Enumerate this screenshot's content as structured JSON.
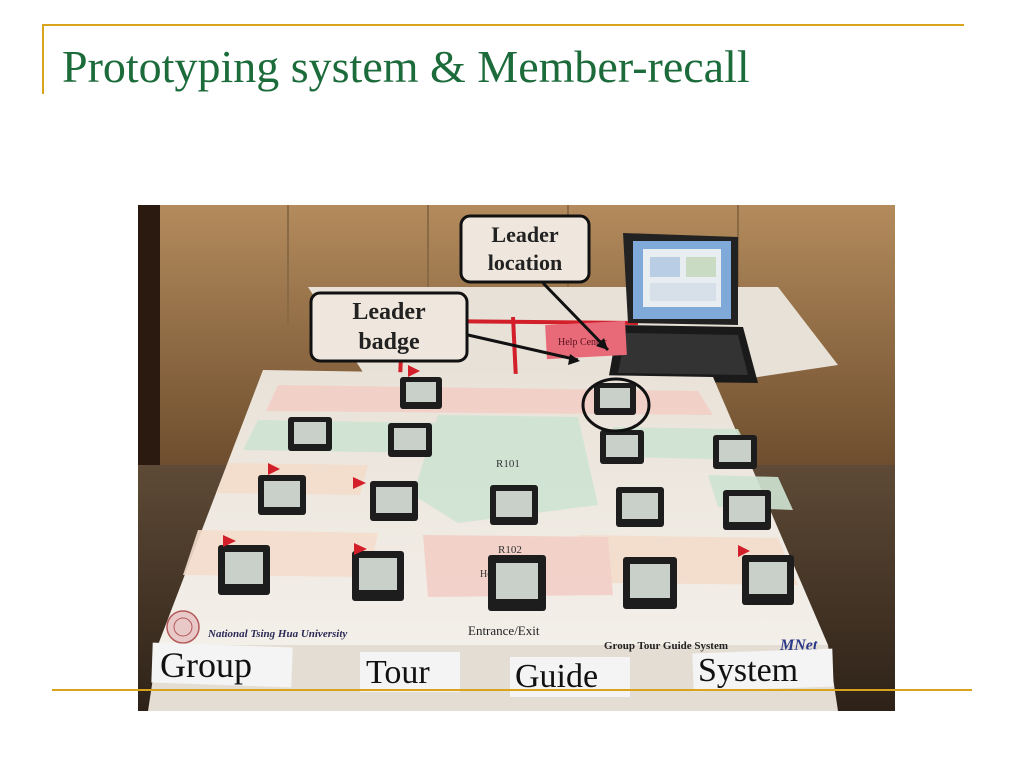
{
  "slide": {
    "title": "Prototyping system & Member-recall"
  },
  "photo": {
    "callouts": {
      "leader_location": [
        "Leader",
        "location"
      ],
      "leader_badge": [
        "Leader",
        "badge"
      ]
    },
    "map_labels": {
      "help_center_sign": "Help Center",
      "room_r101": "R101",
      "room_r102": "R102",
      "room_r102_sub": "Help Center",
      "entrance": "Entrance/Exit",
      "university": "National Tsing Hua University",
      "system_name": "Group Tour Guide System",
      "logo": "MNet"
    },
    "caption_words": [
      "Group",
      "Tour",
      "Guide",
      "System"
    ]
  },
  "colors": {
    "title": "#1c6b3b",
    "accent": "#d9a31b",
    "callout_border": "#111111",
    "help_sign": "#e86a78"
  }
}
